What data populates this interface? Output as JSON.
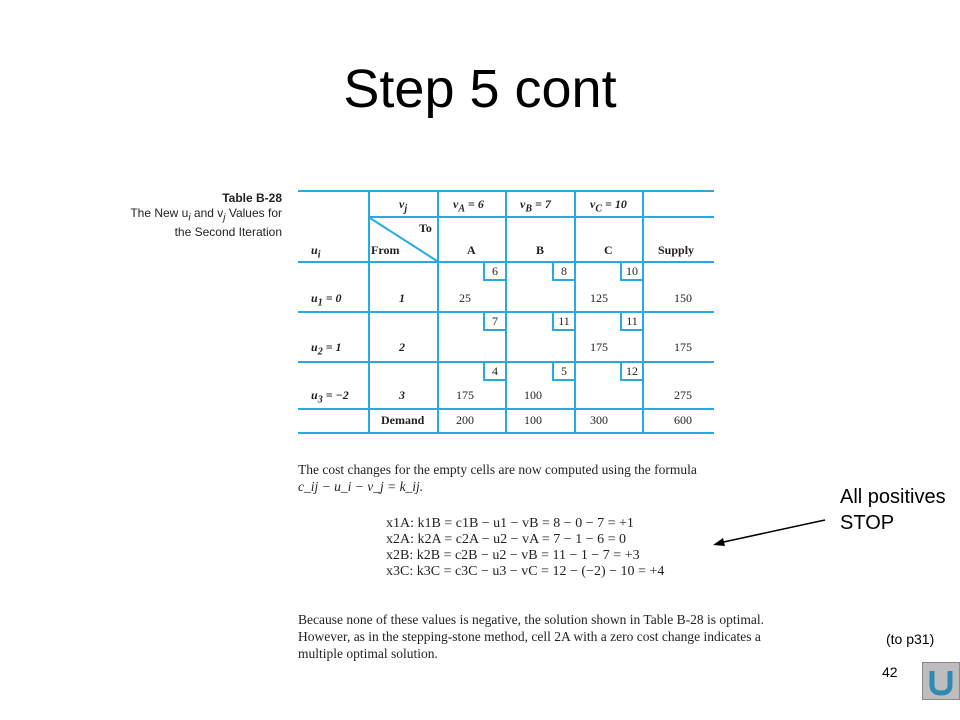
{
  "slide": {
    "title": "Step 5 cont",
    "note_line1": "All positives",
    "note_line2": "STOP",
    "link_text": "(to p31)",
    "page_number": "42",
    "home_icon": "u-turn-icon"
  },
  "caption": {
    "table_label": "Table B-28",
    "line1": "The New u",
    "line1b": "i",
    "line1c": " and v",
    "line1d": "j",
    "line1e": " Values for",
    "line2": "the Second Iteration"
  },
  "table": {
    "header_vj": "v",
    "header_vj_sub": "j",
    "col_vals": [
      "v",
      "v",
      "v"
    ],
    "col_val_subs": [
      "A",
      "B",
      "C"
    ],
    "col_val_nums": [
      " = 6",
      " = 7",
      " = 10"
    ],
    "to_label": "To",
    "from_label": "From",
    "ui_label": "u",
    "ui_sub": "i",
    "col_names": [
      "A",
      "B",
      "C",
      "Supply"
    ],
    "rows": [
      {
        "u": "u",
        "u_sub": "1",
        "u_val": " = 0",
        "from": "1",
        "costs": [
          "6",
          "8",
          "10"
        ],
        "alloc": [
          "25",
          "",
          "125"
        ],
        "supply": "150"
      },
      {
        "u": "u",
        "u_sub": "2",
        "u_val": " = 1",
        "from": "2",
        "costs": [
          "7",
          "11",
          "11"
        ],
        "alloc": [
          "",
          "",
          "175"
        ],
        "supply": "175"
      },
      {
        "u": "u",
        "u_sub": "3",
        "u_val": " = −2",
        "from": "3",
        "costs": [
          "4",
          "5",
          "12"
        ],
        "alloc": [
          "175",
          "100",
          ""
        ],
        "supply": "275"
      }
    ],
    "demand_label": "Demand",
    "demand": [
      "200",
      "100",
      "300",
      "600"
    ]
  },
  "text": {
    "para1": "The cost changes for the empty cells are now computed using the formula",
    "formula": "c_ij − u_i − v_j = k_ij.",
    "equations": [
      "x1A:   k1B = c1B − u1 − vB = 8 − 0 − 7 = +1",
      "x2A:   k2A = c2A − u2 − vA = 7 − 1 − 6 = 0",
      "x2B:   k2B = c2B − u2 − vB = 11 − 1 − 7 = +3",
      "x3C:   k3C = c3C − u3 − vC = 12 − (−2) − 10 = +4"
    ],
    "para2_line1": "Because none of these values is negative, the solution shown in Table B-28 is optimal.",
    "para2_line2": "However, as in the stepping-stone method, cell 2A with a zero cost change indicates a",
    "para2_line3": "multiple optimal solution."
  }
}
